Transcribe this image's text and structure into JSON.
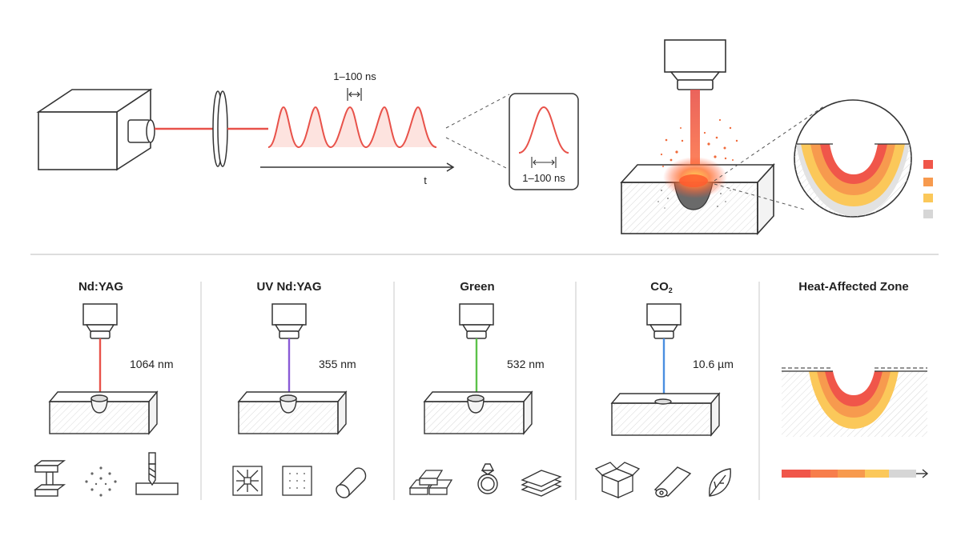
{
  "top": {
    "pulse_width_label": "1–100 ns",
    "zoom_pulse_width_label": "1–100 ns",
    "time_axis_label": "t"
  },
  "lasers": [
    {
      "name": "Nd:YAG",
      "wavelength": "1064 nm",
      "beam_color": "#e8524a",
      "icons": [
        "i-beam-icon",
        "particle-cloud-icon",
        "drill-bit-icon"
      ]
    },
    {
      "name": "UV Nd:YAG",
      "wavelength": "355 nm",
      "beam_color": "#8a5bd6",
      "icons": [
        "circuit-board-icon",
        "dotted-wafer-icon",
        "cylinder-icon"
      ]
    },
    {
      "name": "Green",
      "wavelength": "532 nm",
      "beam_color": "#5cc24a",
      "icons": [
        "metal-bars-icon",
        "diamond-ring-icon",
        "layered-sheets-icon"
      ]
    },
    {
      "name_main": "CO",
      "name_sub": "2",
      "wavelength": "10.6 µm",
      "beam_color": "#4a8ee0",
      "icons": [
        "cardboard-box-icon",
        "fabric-roll-icon",
        "leaf-icon"
      ]
    }
  ],
  "haz": {
    "title": "Heat-Affected Zone"
  },
  "colors": {
    "beam_red": "#e8524a",
    "zone_red": "#f0564a",
    "zone_orange": "#f79a4e",
    "zone_yellow": "#fbc85a",
    "zone_gray": "#d6d6d6"
  }
}
